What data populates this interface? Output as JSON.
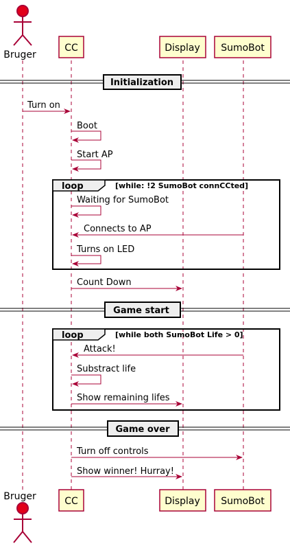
{
  "participants": [
    {
      "id": "bruger",
      "label": "Bruger",
      "kind": "actor"
    },
    {
      "id": "cc",
      "label": "CC",
      "kind": "box"
    },
    {
      "id": "display",
      "label": "Display",
      "kind": "box"
    },
    {
      "id": "sumobot",
      "label": "SumoBot",
      "kind": "box"
    }
  ],
  "dividers": {
    "initialization": "Initialization",
    "game_start": "Game start",
    "game_over": "Game over"
  },
  "loops": [
    {
      "keyword": "loop",
      "condition": "[while: !2 SumoBot connCCted]"
    },
    {
      "keyword": "loop",
      "condition": "[while both SumoBot Life > 0]"
    }
  ],
  "messages": [
    {
      "from": "bruger",
      "to": "cc",
      "label": "Turn on"
    },
    {
      "from": "cc",
      "to": "cc",
      "label": "Boot"
    },
    {
      "from": "cc",
      "to": "cc",
      "label": "Start AP"
    },
    {
      "from": "cc",
      "to": "cc",
      "label": "Waiting for SumoBot"
    },
    {
      "from": "sumobot",
      "to": "cc",
      "label": "Connects to AP"
    },
    {
      "from": "cc",
      "to": "cc",
      "label": "Turns on LED"
    },
    {
      "from": "cc",
      "to": "display",
      "label": "Count Down"
    },
    {
      "from": "sumobot",
      "to": "cc",
      "label": "Attack!"
    },
    {
      "from": "cc",
      "to": "cc",
      "label": "Substract life"
    },
    {
      "from": "cc",
      "to": "display",
      "label": "Show remaining lifes"
    },
    {
      "from": "cc",
      "to": "sumobot",
      "label": "Turn off controls"
    },
    {
      "from": "cc",
      "to": "display",
      "label": "Show winner! Hurray!"
    }
  ],
  "colors": {
    "participant_fill": "#FEFECE",
    "participant_border": "#A80036",
    "actor_fill": "#E2001A",
    "arrow": "#A80036",
    "divider_fill": "#EEEEEE",
    "frame": "#000000"
  }
}
